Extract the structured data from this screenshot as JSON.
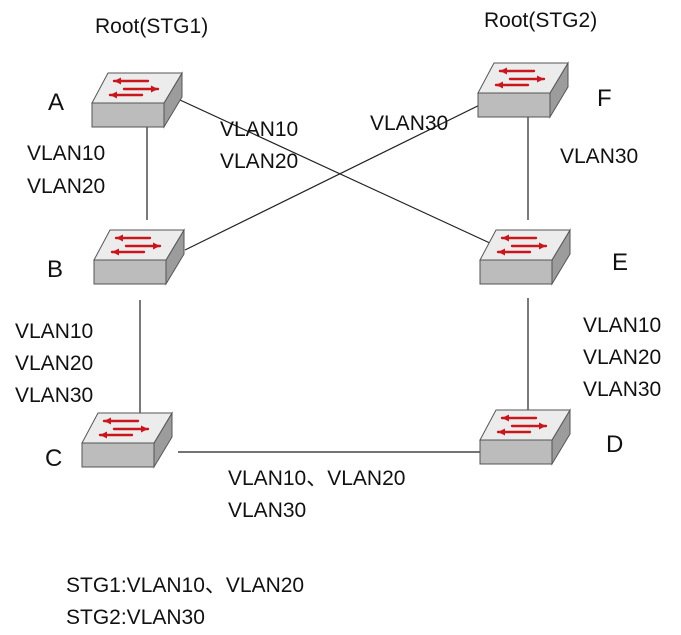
{
  "roots": {
    "stg1": "Root(STG1)",
    "stg2": "Root(STG2)"
  },
  "switches": {
    "a": "A",
    "b": "B",
    "c": "C",
    "d": "D",
    "e": "E",
    "f": "F"
  },
  "links": {
    "ab": [
      "VLAN10",
      "VLAN20"
    ],
    "ae": [
      "VLAN10",
      "VLAN20"
    ],
    "bf": [
      "VLAN30"
    ],
    "fe": [
      "VLAN30"
    ],
    "bc": [
      "VLAN10",
      "VLAN20",
      "VLAN30"
    ],
    "ed": [
      "VLAN10",
      "VLAN20",
      "VLAN30"
    ],
    "cd": [
      "VLAN10、VLAN20",
      "VLAN30"
    ]
  },
  "legend": {
    "line1": "STG1:VLAN10、VLAN20",
    "line2": "STG2:VLAN30"
  },
  "colors": {
    "switch_top": "#ececec",
    "switch_side": "#b5b5b5",
    "arrow": "#c8161d"
  }
}
